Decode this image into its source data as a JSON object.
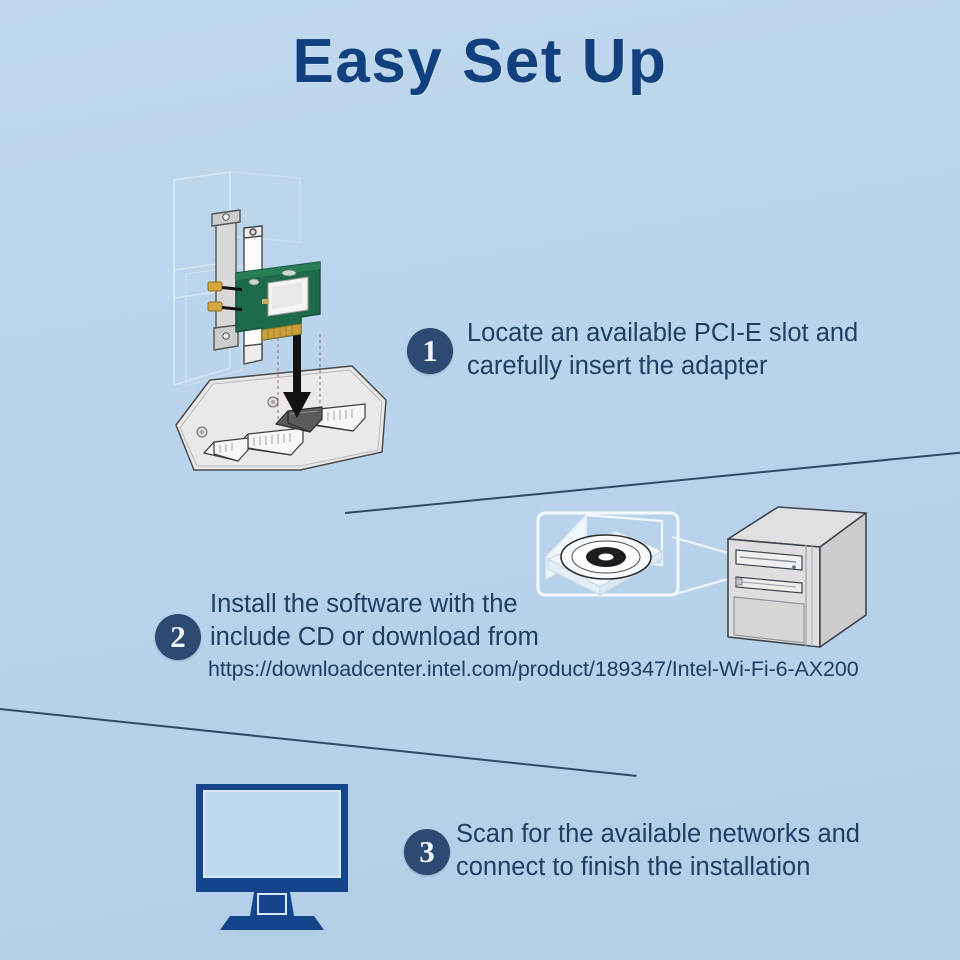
{
  "page": {
    "title": "Easy Set Up",
    "background_color": "#b8d3ea",
    "accent_color": "#11407f",
    "text_color": "#1c3f63",
    "badge_color": "#2d4a72"
  },
  "steps": [
    {
      "number": "1",
      "lines": [
        "Locate an available PCI-E slot and",
        "carefully insert the adapter"
      ],
      "illustration": "pc-case-pcie-card-insert"
    },
    {
      "number": "2",
      "lines": [
        "Install the software with the",
        "include CD or download from"
      ],
      "url": "https://downloadcenter.intel.com/product/189347/Intel-Wi-Fi-6-AX200",
      "illustration": "cd-tray-and-desktop-tower"
    },
    {
      "number": "3",
      "lines": [
        "Scan for the available networks and",
        "connect to finish the installation"
      ],
      "illustration": "computer-monitor"
    }
  ]
}
